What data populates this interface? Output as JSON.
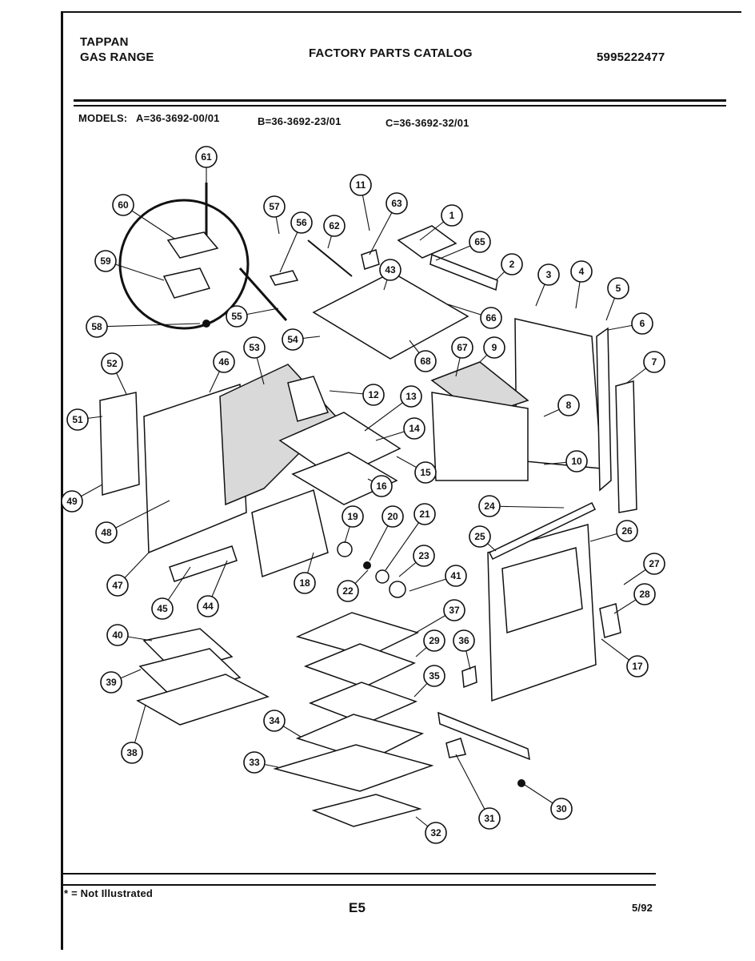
{
  "header": {
    "brand": "TAPPAN",
    "product": "GAS RANGE",
    "catalog_title": "FACTORY PARTS CATALOG",
    "catalog_number": "5995222477"
  },
  "models": {
    "label": "MODELS:",
    "a": "A=36-3692-00/01",
    "b": "B=36-3692-23/01",
    "c": "C=36-3692-32/01"
  },
  "callouts": [
    "61",
    "60",
    "59",
    "58",
    "57",
    "56",
    "62",
    "11",
    "63",
    "1",
    "65",
    "2",
    "3",
    "4",
    "5",
    "6",
    "7",
    "43",
    "55",
    "54",
    "66",
    "67",
    "9",
    "68",
    "53",
    "46",
    "52",
    "51",
    "49",
    "48",
    "47",
    "45",
    "44",
    "12",
    "13",
    "14",
    "15",
    "16",
    "8",
    "10",
    "24",
    "25",
    "26",
    "27",
    "28",
    "17",
    "18",
    "19",
    "20",
    "21",
    "22",
    "23",
    "41",
    "40",
    "39",
    "38",
    "37",
    "29",
    "36",
    "35",
    "34",
    "33",
    "32",
    "31",
    "30"
  ],
  "footer": {
    "note": "* = Not Illustrated",
    "page": "E5",
    "date": "5/92"
  }
}
